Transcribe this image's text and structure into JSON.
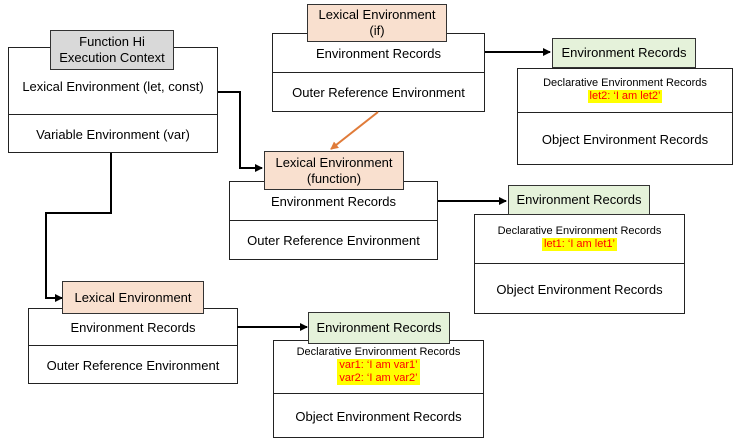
{
  "exec_context": {
    "title_line1": "Function Hi",
    "title_line2": "Execution Context",
    "lexical": "Lexical Environment (let, const)",
    "variable": "Variable Environment (var)"
  },
  "lex_if": {
    "title_line1": "Lexical Environment",
    "title_line2": "(if)",
    "records": "Environment Records",
    "outer": "Outer Reference Environment"
  },
  "lex_fn": {
    "title_line1": "Lexical Environment",
    "title_line2": "(function)",
    "records": "Environment Records",
    "outer": "Outer Reference Environment"
  },
  "lex_var": {
    "title": "Lexical Environment",
    "records": "Environment Records",
    "outer": "Outer Reference Environment"
  },
  "rec_if": {
    "title": "Environment Records",
    "declarative": "Declarative Environment Records",
    "values": [
      "let2: ‘I am let2’"
    ],
    "object": "Object Environment Records"
  },
  "rec_fn": {
    "title": "Environment Records",
    "declarative": "Declarative Environment Records",
    "values": [
      "let1: ‘I am let1’"
    ],
    "object": "Object Environment Records"
  },
  "rec_var": {
    "title": "Environment Records",
    "declarative": "Declarative Environment Records",
    "values": [
      "var1: ‘I am var1’",
      "var2: ‘I am var2’"
    ],
    "object": "Object Environment Records"
  },
  "colors": {
    "peach": "#f9e0cf",
    "green": "#e5f2da",
    "gray": "#d9d9d9",
    "highlight": "#ffff00",
    "highlight_text": "#ff0000",
    "orange_arrow": "#e07b39"
  }
}
